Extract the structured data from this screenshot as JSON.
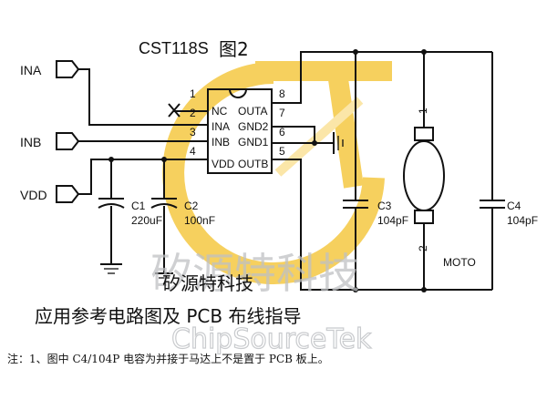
{
  "title": {
    "part": "CST118S",
    "fig": "图2"
  },
  "ports": {
    "ina": "INA",
    "inb": "INB",
    "vdd": "VDD"
  },
  "ic": {
    "left_pins": [
      {
        "num": "1",
        "name": "NC"
      },
      {
        "num": "2",
        "name": "INA"
      },
      {
        "num": "3",
        "name": "INB"
      },
      {
        "num": "4",
        "name": "VDD"
      }
    ],
    "right_pins": [
      {
        "num": "8",
        "name": "OUTA"
      },
      {
        "num": "7",
        "name": "GND2"
      },
      {
        "num": "6",
        "name": "GND1"
      },
      {
        "num": "5",
        "name": "OUTB"
      }
    ]
  },
  "components": {
    "c1": {
      "ref": "C1",
      "value": "220uF"
    },
    "c2": {
      "ref": "C2",
      "value": "100nF"
    },
    "c3": {
      "ref": "C3",
      "value": "104pF"
    },
    "c4": {
      "ref": "C4",
      "value": "104pF"
    },
    "motor": {
      "label": "MOTO",
      "pin1": "1",
      "pin2": "2"
    }
  },
  "watermark": {
    "company": "矽源特科技",
    "brand": "ChipSourceTek",
    "logo_color": "#f5c842"
  },
  "caption": {
    "company": "矽源特科技",
    "title": "应用参考电路图及 PCB 布线指导"
  },
  "note": "注：1、图中 C4/104P 电容为并接于马达上不是置于 PCB 板上。"
}
